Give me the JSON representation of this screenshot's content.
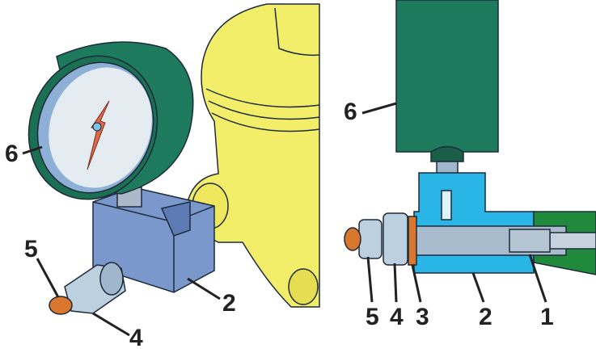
{
  "left_view": {
    "labels": {
      "gauge": "6",
      "bleeder_cap": "5",
      "nut": "4",
      "adapter_body": "2"
    }
  },
  "right_view": {
    "labels": {
      "gauge": "6",
      "bleeder_cap": "5",
      "nut": "4",
      "washer": "3",
      "adapter_body": "2",
      "fitting": "1"
    }
  },
  "colors": {
    "gauge_case": "#1e7a5c",
    "dial": "#e4ecf2",
    "needle": "#e0684a",
    "adapter": "#6f8fc6",
    "adapter_section": "#29b6e6",
    "cylinder": "#f2ee6a",
    "copper": "#d9772e",
    "green_part": "#1f8a3c"
  }
}
